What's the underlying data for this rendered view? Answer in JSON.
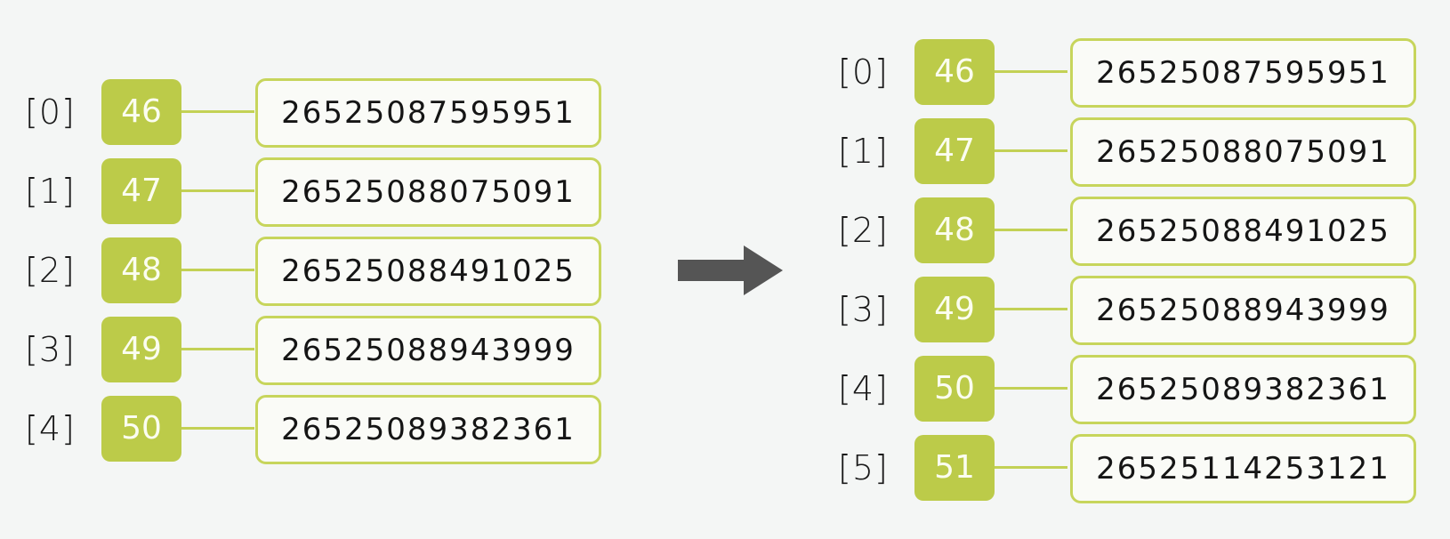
{
  "colors": {
    "background": "#f4f6f5",
    "key_fill": "#bccb49",
    "value_border": "#c7d55c",
    "arrow": "#555555"
  },
  "before": {
    "rows": [
      {
        "index": "[0]",
        "key": "46",
        "value": "26525087595951"
      },
      {
        "index": "[1]",
        "key": "47",
        "value": "26525088075091"
      },
      {
        "index": "[2]",
        "key": "48",
        "value": "26525088491025"
      },
      {
        "index": "[3]",
        "key": "49",
        "value": "26525088943999"
      },
      {
        "index": "[4]",
        "key": "50",
        "value": "26525089382361"
      }
    ]
  },
  "after": {
    "rows": [
      {
        "index": "[0]",
        "key": "46",
        "value": "26525087595951"
      },
      {
        "index": "[1]",
        "key": "47",
        "value": "26525088075091"
      },
      {
        "index": "[2]",
        "key": "48",
        "value": "26525088491025"
      },
      {
        "index": "[3]",
        "key": "49",
        "value": "26525088943999"
      },
      {
        "index": "[4]",
        "key": "50",
        "value": "26525089382361"
      },
      {
        "index": "[5]",
        "key": "51",
        "value": "26525114253121"
      }
    ]
  },
  "arrow_icon": "right-arrow-icon"
}
